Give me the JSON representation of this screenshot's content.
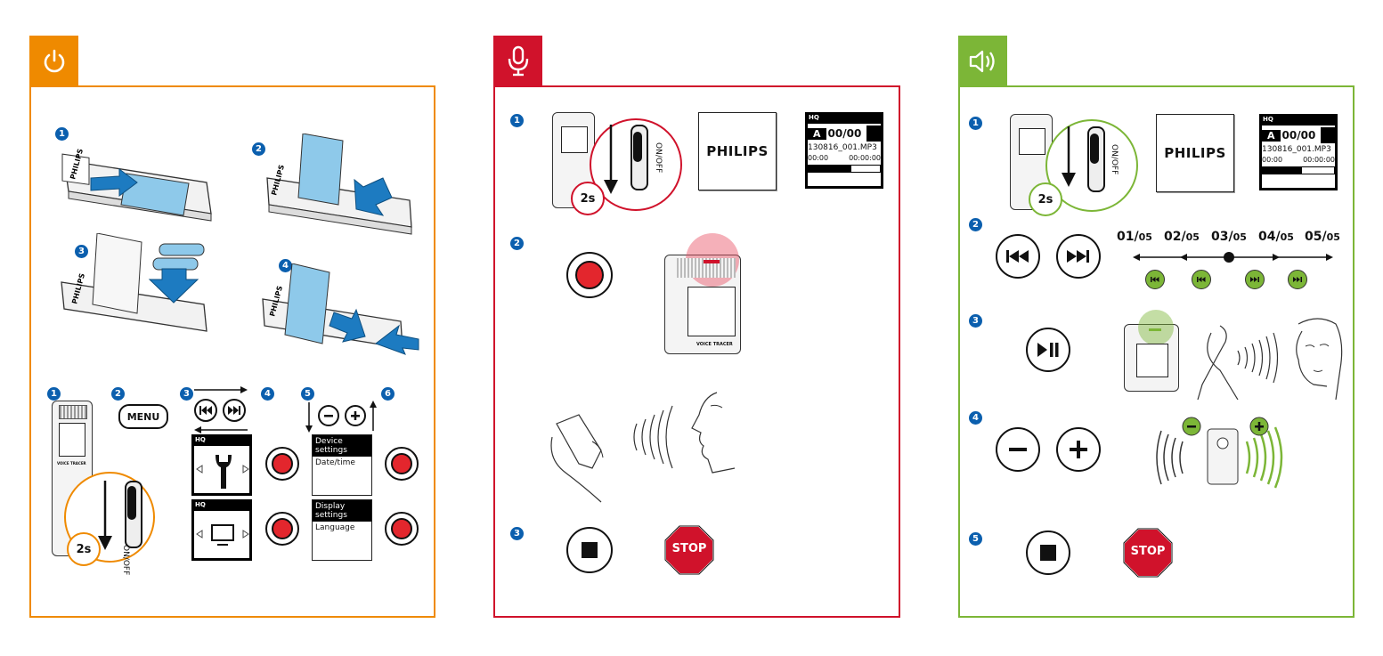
{
  "colors": {
    "power": "#ef8a00",
    "record": "#d0122b",
    "play": "#7cb637",
    "step": "#0b5fae"
  },
  "icons": {
    "power_tab": "power-icon",
    "record_tab": "microphone-icon",
    "play_tab": "speaker-icon"
  },
  "steps": {
    "s1": "1",
    "s2": "2",
    "s3": "3",
    "s4": "4",
    "s5": "5",
    "s6": "6"
  },
  "buttons": {
    "menu": "MENU",
    "hold": "2s",
    "on_off": "ON/OFF",
    "stop": "STOP"
  },
  "brand": "PHILIPS",
  "device_label": "VOICE TRACER",
  "menus": {
    "device_settings": "Device settings",
    "date_time": "Date/time",
    "display_settings": "Display settings",
    "language": "Language"
  },
  "lcd": {
    "hq": "HQ",
    "folder": "A",
    "count": "00/00",
    "file": "130816_001.MP3",
    "time_elapsed": "00:00",
    "time_total": "00:00:00"
  },
  "tracks": [
    {
      "num": "01",
      "den": "05"
    },
    {
      "num": "02",
      "den": "05"
    },
    {
      "num": "03",
      "den": "05"
    },
    {
      "num": "04",
      "den": "05"
    },
    {
      "num": "05",
      "den": "05"
    }
  ]
}
